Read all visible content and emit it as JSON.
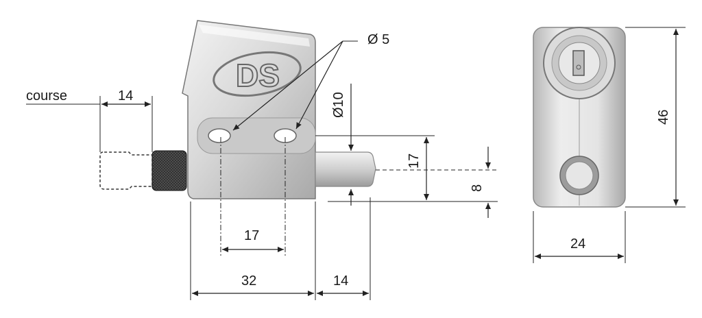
{
  "diagram": {
    "labels": {
      "course": "course",
      "course_value": "14",
      "hole_diameter": "Ø 5",
      "pin_diameter": "Ø10",
      "hole_spacing": "17",
      "body_width": "32",
      "pin_length": "14",
      "pin_height": "17",
      "pin_offset": "8",
      "front_width": "24",
      "front_height": "46"
    },
    "logo": "DS"
  }
}
